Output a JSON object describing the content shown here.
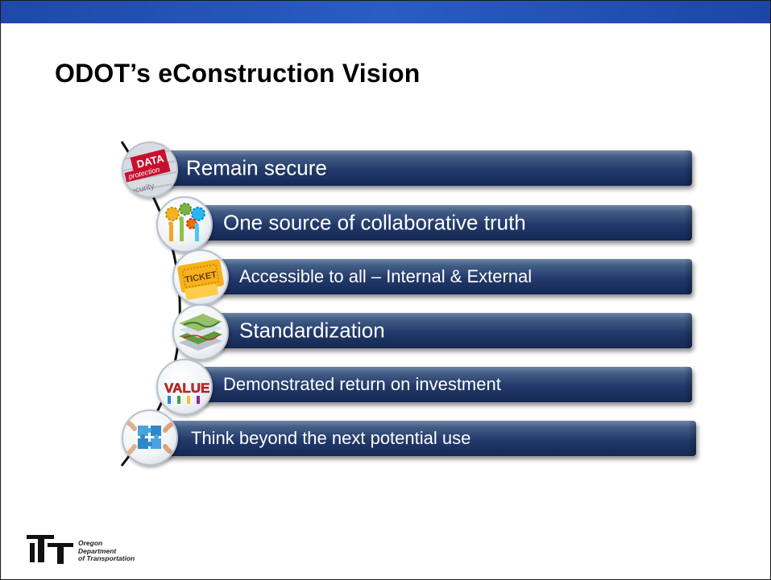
{
  "slide": {
    "title": "ODOT’s eConstruction Vision"
  },
  "vision_items": [
    {
      "label": "Remain secure",
      "icon": "data-protection-icon"
    },
    {
      "label": "One source of collaborative truth",
      "icon": "collaboration-gears-icon"
    },
    {
      "label": "Accessible to all – Internal & External",
      "icon": "ticket-icon"
    },
    {
      "label": "Standardization",
      "icon": "layered-map-icon"
    },
    {
      "label": "Demonstrated return on investment",
      "icon": "value-icon"
    },
    {
      "label": "Think beyond the next potential use",
      "icon": "puzzle-hands-icon"
    }
  ],
  "icon_text": {
    "data_protection": "DATA",
    "data_protection_sub": "protection",
    "security": "security",
    "ticket": "TICKET",
    "value": "VALUE"
  },
  "logo": {
    "line1": "Oregon",
    "line2": "Department",
    "line3": "of Transportation"
  },
  "colors": {
    "top_bar": "#2452b5",
    "bar_dark": "#142853",
    "bar_light": "#6e86a6",
    "title": "#000000",
    "label": "#ffffff"
  }
}
